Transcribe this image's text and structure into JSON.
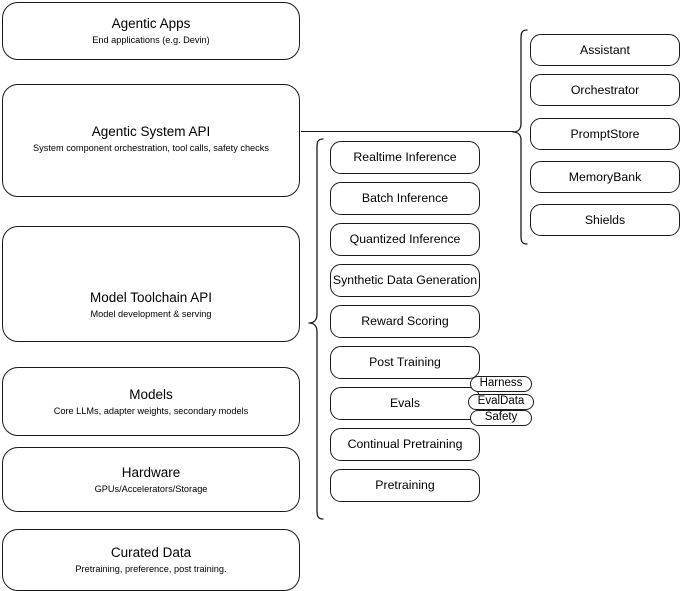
{
  "diagram": {
    "title": "AI Stack Layered Architecture",
    "stroke_color": "#1a1a1a",
    "background_color": "#ffffff"
  },
  "layers": [
    {
      "name": "agentic-apps",
      "title": "Agentic Apps",
      "subtitle": "End applications (e.g. Devin)"
    },
    {
      "name": "agentic-system-api",
      "title": "Agentic System API",
      "subtitle": "System component orchestration, tool calls, safety checks"
    },
    {
      "name": "model-toolchain-api",
      "title": "Model Toolchain API",
      "subtitle": "Model development & serving"
    },
    {
      "name": "models",
      "title": "Models",
      "subtitle": "Core LLMs, adapter weights, secondary models"
    },
    {
      "name": "hardware",
      "title": "Hardware",
      "subtitle": "GPUs/Accelerators/Storage"
    },
    {
      "name": "curated-data",
      "title": "Curated Data",
      "subtitle": "Pretraining, preference, post training."
    }
  ],
  "capabilities": [
    {
      "name": "realtime-inference",
      "label": "Realtime Inference"
    },
    {
      "name": "batch-inference",
      "label": "Batch Inference"
    },
    {
      "name": "quantized-inference",
      "label": "Quantized Inference"
    },
    {
      "name": "synthetic-data-generation",
      "label": "Synthetic Data Generation"
    },
    {
      "name": "reward-scoring",
      "label": "Reward Scoring"
    },
    {
      "name": "post-training",
      "label": "Post Training"
    },
    {
      "name": "evals",
      "label": "Evals"
    },
    {
      "name": "continual-pretraining",
      "label": "Continual Pretraining"
    },
    {
      "name": "pretraining",
      "label": "Pretraining"
    }
  ],
  "components": [
    {
      "name": "assistant",
      "label": "Assistant"
    },
    {
      "name": "orchestrator",
      "label": "Orchestrator"
    },
    {
      "name": "promptstore",
      "label": "PromptStore"
    },
    {
      "name": "memorybank",
      "label": "MemoryBank"
    },
    {
      "name": "shields",
      "label": "Shields"
    }
  ],
  "eval_badges": [
    {
      "name": "harness",
      "label": "Harness"
    },
    {
      "name": "evaldata",
      "label": "EvalData"
    },
    {
      "name": "safety",
      "label": "Safety"
    }
  ]
}
